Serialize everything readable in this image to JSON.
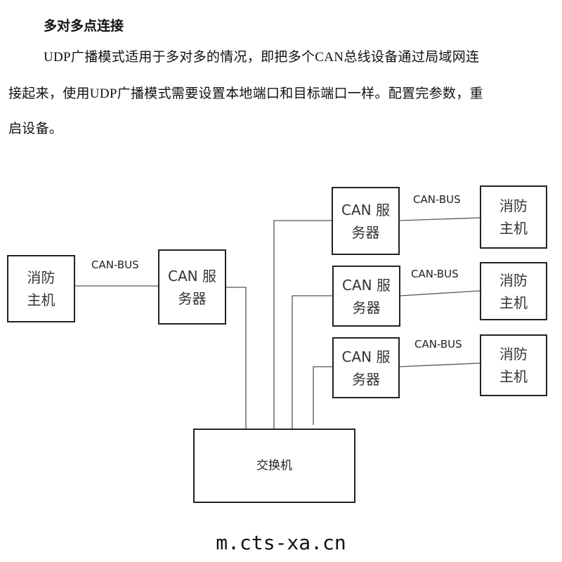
{
  "heading": "多对多点连接",
  "paragraph": {
    "line1": "UDP广播模式适用于多对多的情况，即把多个CAN总线设备通过局域网连",
    "line2": "接起来，使用UDP广播模式需要设置本地端口和目标端口一样。配置完参数，重",
    "line3": "启设备。"
  },
  "diagram": {
    "host_line1": "消防",
    "host_line2": "主机",
    "server_line1": "CAN 服",
    "server_line2": "务器",
    "bus_label": "CAN-BUS",
    "switch_label": "交换机"
  },
  "watermark": "m.cts-xa.cn"
}
